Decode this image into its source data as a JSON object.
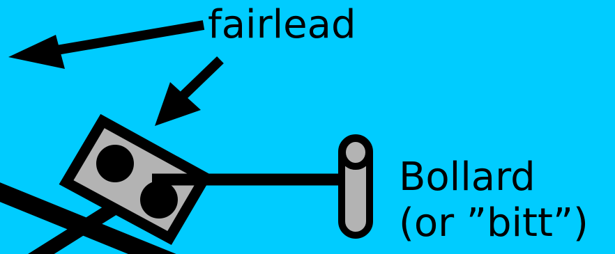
{
  "diagram": {
    "background": "#00ccff",
    "labels": {
      "fairlead": "fairlead",
      "bollard_line1": "Bollard",
      "bollard_line2": "(or ”bitt”)"
    },
    "colors": {
      "line": "#000000",
      "fill": "#b3b3b3"
    }
  }
}
